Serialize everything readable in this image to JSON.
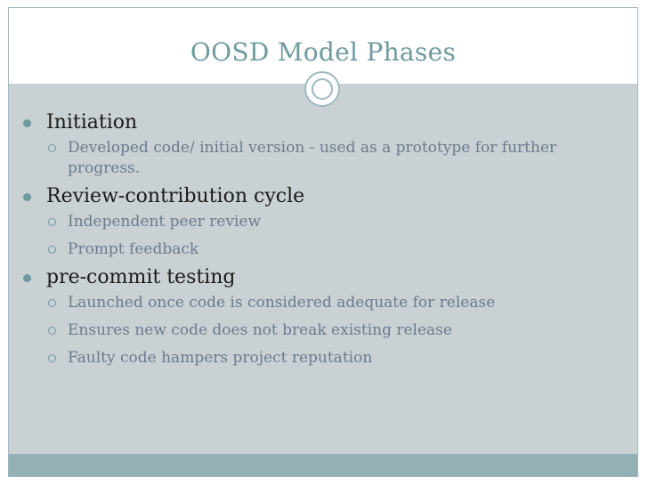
{
  "title": "OOSD Model Phases",
  "sections": [
    {
      "heading": "Initiation",
      "items": [
        "Developed code/ initial version -  used as a prototype for further progress."
      ]
    },
    {
      "heading": "Review-contribution cycle",
      "items": [
        "Independent peer review",
        "Prompt feedback"
      ]
    },
    {
      "heading": "pre-commit testing",
      "items": [
        "Launched once code  is  considered  adequate for release",
        "Ensures new code does not break existing  release",
        "Faulty code hampers project reputation"
      ]
    }
  ],
  "colors": {
    "title": "#6f9a9f",
    "body_background": "#c9d1d4",
    "footer_band": "#93b0b5",
    "sub_text": "#6c7a8a"
  },
  "icons": {
    "level1_bullet": "filled-circle-bullet-icon",
    "level2_bullet": "hollow-circle-bullet-icon",
    "ornament": "double-ring-ornament-icon"
  }
}
